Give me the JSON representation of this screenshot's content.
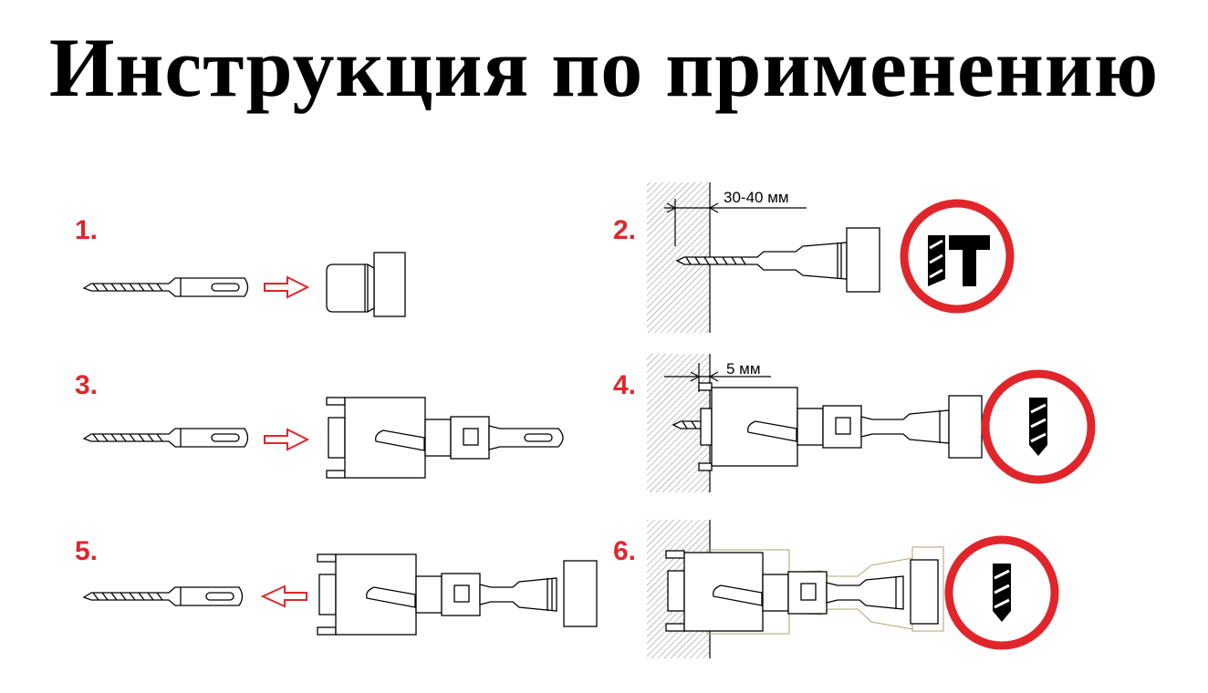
{
  "title": "Инструкция по применению",
  "steps": [
    {
      "number": "1."
    },
    {
      "number": "2.",
      "dimension": "30-40 мм"
    },
    {
      "number": "3."
    },
    {
      "number": "4.",
      "dimension": "5 мм"
    },
    {
      "number": "5."
    },
    {
      "number": "6."
    }
  ],
  "colors": {
    "accent": "#e0262b",
    "ink": "#000000",
    "hatch": "#8a8a8a",
    "ghost": "#b5a878"
  },
  "icons": {
    "step2_badge": "hammer-drill-mode-icon",
    "step4_badge": "drill-mode-icon",
    "step6_badge": "drill-mode-icon"
  }
}
